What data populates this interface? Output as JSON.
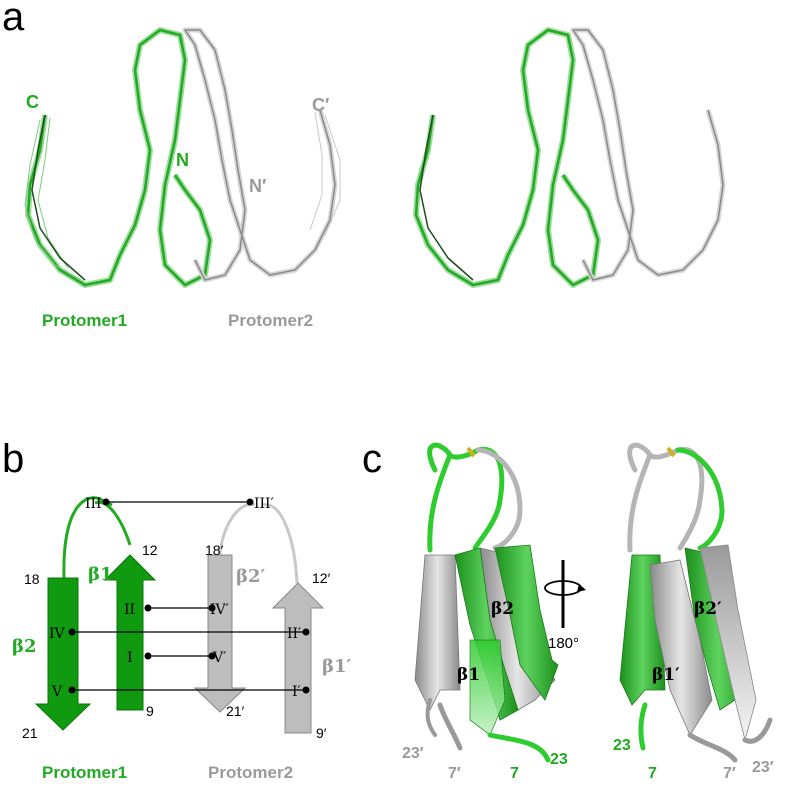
{
  "panels": {
    "a": {
      "letter": "a",
      "label_C": "C",
      "label_N": "N",
      "label_Cp": "C′",
      "label_Np": "N′",
      "protomer1": "Protomer1",
      "protomer2": "Protomer2"
    },
    "b": {
      "letter": "b",
      "protomer1": "Protomer1",
      "protomer2": "Protomer2",
      "strands": {
        "b1": "β1",
        "b2": "β2",
        "b1p": "β1′",
        "b2p": "β2′"
      },
      "residues": {
        "r18": "18",
        "r21": "21",
        "r12": "12",
        "r9": "9",
        "r18p": "18′",
        "r21p": "21′",
        "r12p": "12′",
        "r9p": "9′"
      },
      "contacts": {
        "I": "I",
        "II": "II",
        "III": "III",
        "IV": "IV",
        "V": "V",
        "Ip": "I′",
        "IIp": "II′",
        "IIIp": "III′",
        "IVp": "IV′",
        "Vp": "V′"
      }
    },
    "c": {
      "letter": "c",
      "rotation": "180°",
      "left": {
        "b1": "β1",
        "b2": "β2",
        "r23p": "23′",
        "r7p": "7′",
        "r7": "7",
        "r23": "23"
      },
      "right": {
        "b2p": "β2′",
        "b1p": "β1′",
        "r23": "23",
        "r7": "7",
        "r7p": "7′",
        "r23p": "23′"
      }
    }
  },
  "colors": {
    "green": "#22aa22",
    "grey": "#9a9a9a",
    "dark_green": "#0f8a0f",
    "light_grey": "#c8c8c8"
  }
}
